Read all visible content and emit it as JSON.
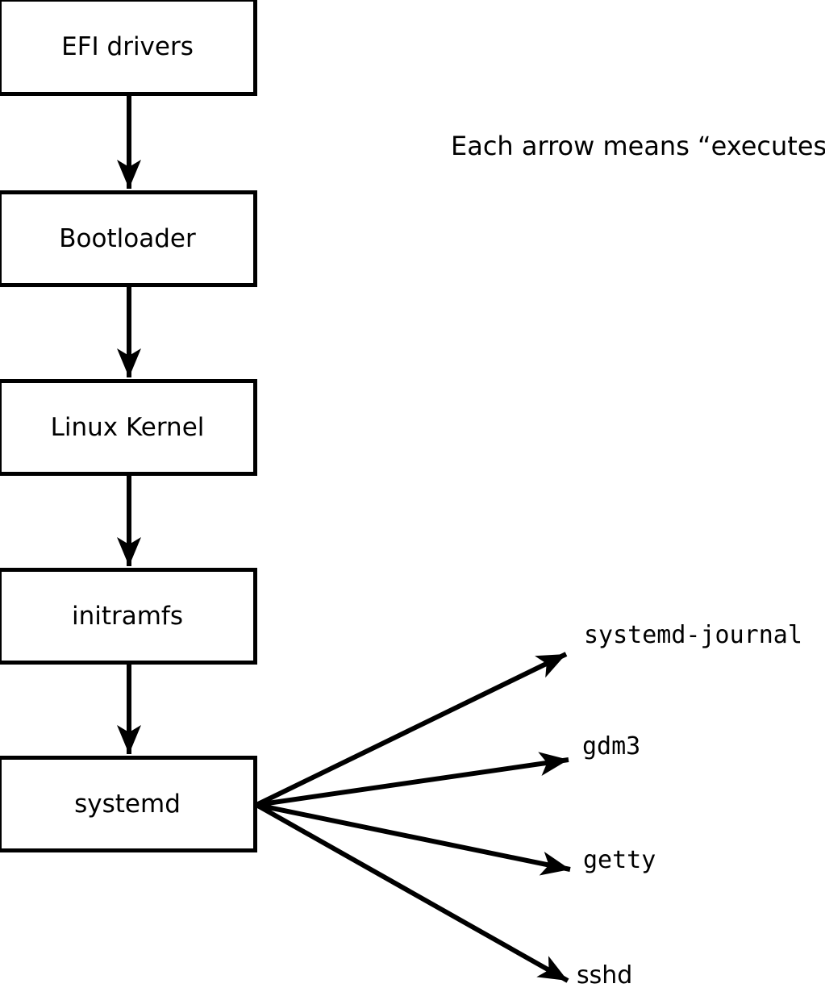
{
  "annotation": "Each arrow means “executes”.",
  "flow_boxes": [
    {
      "label": "EFI drivers"
    },
    {
      "label": "Bootloader"
    },
    {
      "label": "Linux Kernel"
    },
    {
      "label": "initramfs"
    },
    {
      "label": "systemd"
    }
  ],
  "spawned_processes": [
    {
      "label": "systemd-journal"
    },
    {
      "label": "gdm3"
    },
    {
      "label": "getty"
    },
    {
      "label": "sshd"
    }
  ],
  "arrow_meaning": "executes",
  "colors": {
    "line": "#000000",
    "box_fill": "#ffffff",
    "text": "#000000",
    "background": "#ffffff"
  }
}
